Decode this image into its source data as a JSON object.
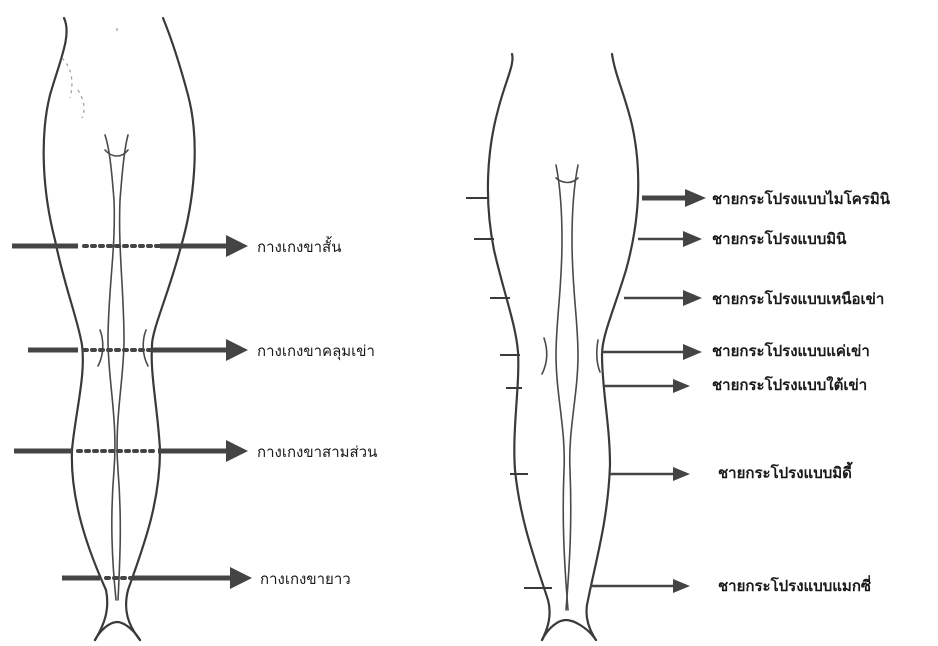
{
  "left_figure": {
    "labels": [
      "กางเกงขาสั้น",
      "กางเกงขาคลุมเข่า",
      "กางเกงขาสามส่วน",
      "กางเกงขายาว"
    ]
  },
  "right_figure": {
    "labels": [
      "ชายกระโปรงแบบไมโครมินิ",
      "ชายกระโปรงแบบมินิ",
      "ชายกระโปรงแบบเหนือเข่า",
      "ชายกระโปรงแบบแค่เข่า",
      "ชายกระโปรงแบบใต้เข่า",
      "ชายกระโปรงแบบมิดี้",
      "ชายกระโปรงแบบแมกซี่"
    ]
  }
}
